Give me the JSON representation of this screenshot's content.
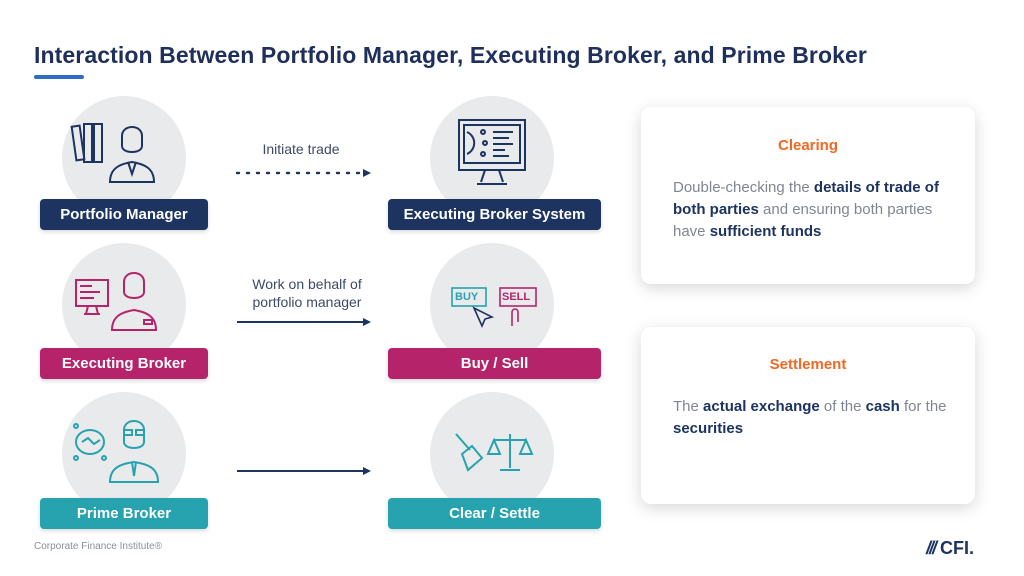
{
  "title": "Interaction Between Portfolio Manager, Executing Broker, and Prime Broker",
  "rows": [
    {
      "left_label": "Portfolio Manager",
      "right_label": "Executing Broker System",
      "arrow_text": "Initiate trade",
      "arrow_style": "dotted",
      "color": "#1d3461"
    },
    {
      "left_label": "Executing Broker",
      "right_label": "Buy / Sell",
      "arrow_text_1": "Work on behalf of",
      "arrow_text_2": "portfolio manager",
      "arrow_style": "solid",
      "color": "#b5246b",
      "buy": "BUY",
      "sell": "SELL"
    },
    {
      "left_label": "Prime Broker",
      "right_label": "Clear / Settle",
      "arrow_style": "solid",
      "color": "#26a3ae"
    }
  ],
  "cards": [
    {
      "title": "Clearing",
      "t1": "Double-checking the ",
      "b1": "details of trade of both parties",
      "t2": " and ensuring both parties have ",
      "b2": "sufficient funds"
    },
    {
      "title": "Settlement",
      "t1": "The ",
      "b1": "actual exchange",
      "t2": " of the ",
      "b2": "cash",
      "t3": " for the ",
      "b3": "securities"
    }
  ],
  "footer": "Corporate Finance Institute®",
  "logo": "CFI."
}
